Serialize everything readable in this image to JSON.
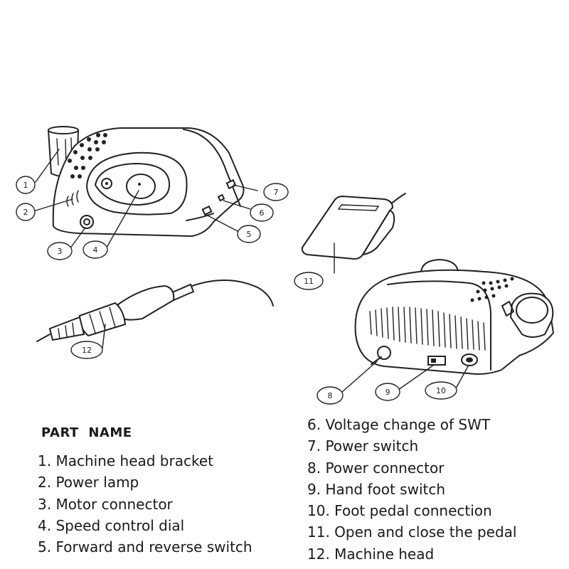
{
  "legend": {
    "title": "PART  NAME",
    "left_column": [
      "1. Machine head bracket",
      "2. Power lamp",
      "3. Motor connector",
      "4. Speed control dial",
      "5. Forward and reverse switch"
    ],
    "right_column": [
      "6. Voltage change of SWT",
      "7. Power switch",
      "8. Power connector",
      "9. Hand foot switch",
      "10. Foot pedal connection",
      "11. Open and close the pedal",
      "12. Machine head"
    ]
  },
  "callouts": [
    "1",
    "2",
    "3",
    "4",
    "5",
    "6",
    "7",
    "8",
    "9",
    "10",
    "11",
    "12"
  ]
}
